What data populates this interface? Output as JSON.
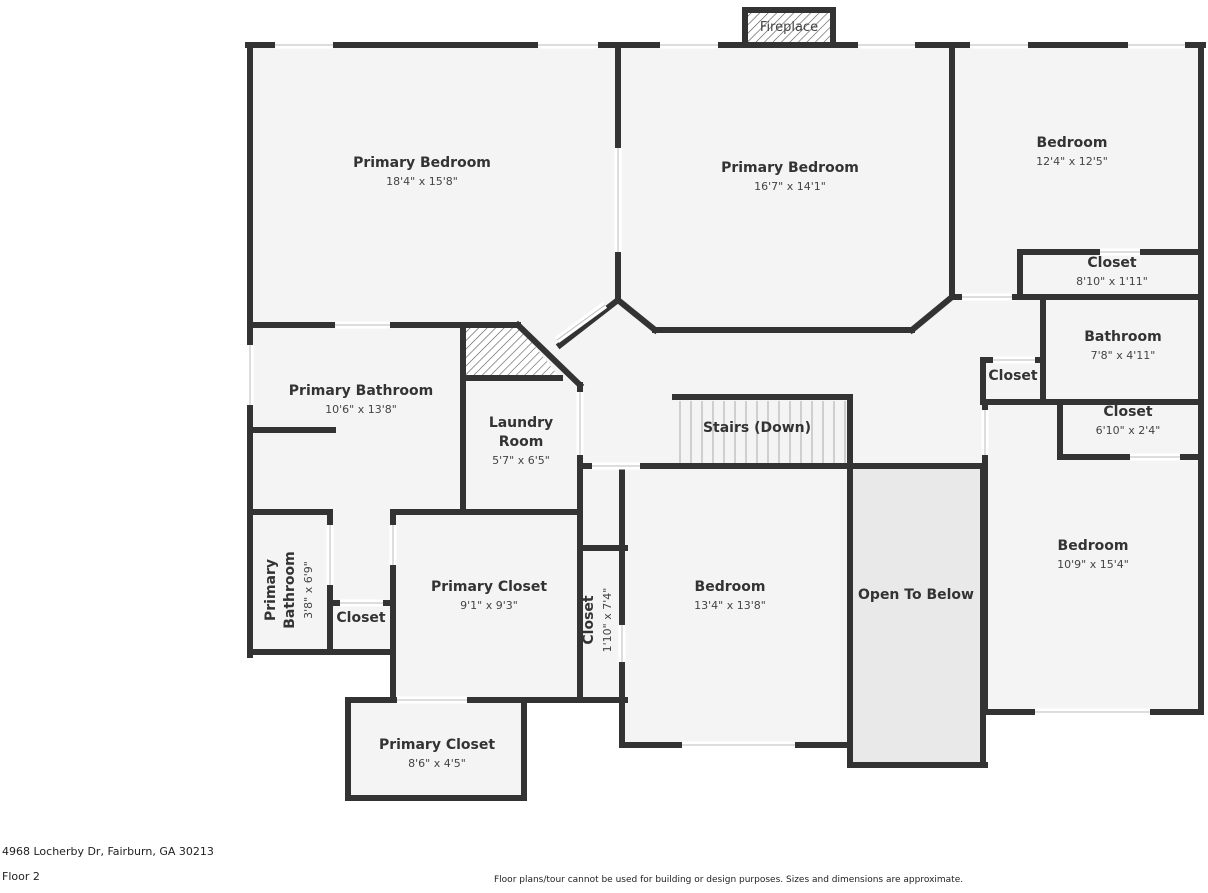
{
  "fireplace": "Fireplace",
  "rooms": [
    {
      "name": "Primary Bedroom",
      "dim": "18'4\" x 15'8\""
    },
    {
      "name": "Primary Bedroom",
      "dim": "16'7\" x 14'1\""
    },
    {
      "name": "Bedroom",
      "dim": "12'4\" x 12'5\""
    },
    {
      "name": "Closet",
      "dim": "8'10\" x 1'11\""
    },
    {
      "name": "Bathroom",
      "dim": "7'8\" x 4'11\""
    },
    {
      "name": "Closet",
      "dim": ""
    },
    {
      "name": "Closet",
      "dim": "6'10\" x 2'4\""
    },
    {
      "name": "Primary Bathroom",
      "dim": "10'6\" x 13'8\""
    },
    {
      "name": "Laundry",
      "name2": "Room",
      "dim": "5'7\" x 6'5\""
    },
    {
      "name": "Stairs (Down)",
      "dim": ""
    },
    {
      "name": "Bedroom",
      "dim": "10'9\" x 15'4\""
    },
    {
      "name": "Primary Closet",
      "dim": "9'1\" x 9'3\""
    },
    {
      "name": "Bedroom",
      "dim": "13'4\" x 13'8\""
    },
    {
      "name": "Open To Below",
      "dim": ""
    },
    {
      "name": "Closet",
      "dim": ""
    },
    {
      "name": "Primary Closet",
      "dim": "8'6\" x 4'5\""
    },
    {
      "name": "Primary",
      "name2": "Bathroom",
      "dim": "3'8\" x 6'9\""
    },
    {
      "name": "Closet",
      "dim": "1'10\" x 7'4\""
    }
  ],
  "footer": {
    "address": "4968 Locherby Dr, Fairburn, GA 30213",
    "floor": "Floor 2",
    "disclaimer": "Floor plans/tour cannot be used for building or design purposes. Sizes and dimensions are approximate."
  }
}
